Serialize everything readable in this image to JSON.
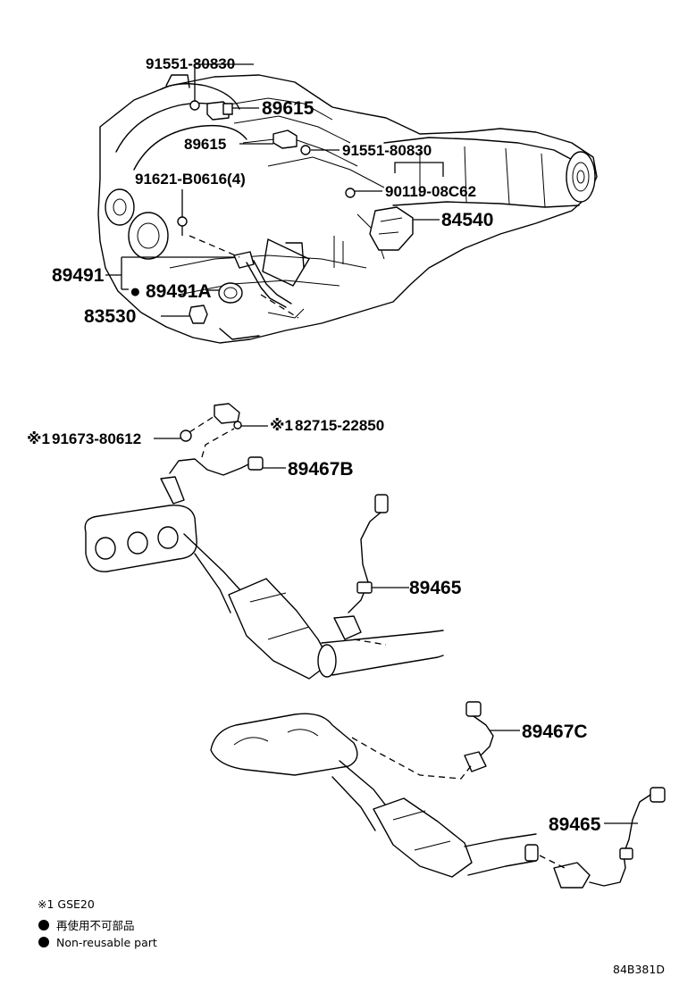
{
  "parts": {
    "p9155180830_top": "91551-80830",
    "p89615_a": "89615",
    "p89615_b": "89615",
    "p9155180830_right": "91551-80830",
    "p91621": "91621-B0616(4)",
    "p90119": "90119-08C62",
    "p84540": "84540",
    "p89491": "89491",
    "p89491a": "89491A",
    "p83530": "83530",
    "p91673": "91673-80612",
    "p82715": "82715-22850",
    "p89467b": "89467B",
    "p89465_a": "89465",
    "p89467c": "89467C",
    "p89465_b": "89465"
  },
  "marks": {
    "note_mark": "※1",
    "nonreuse_mark": "●"
  },
  "legend": {
    "note1": "※1  GSE20",
    "nonreuse_jp": "再使用不可部品",
    "nonreuse_en": "Non-reusable part"
  },
  "figure_code": "84B381D"
}
